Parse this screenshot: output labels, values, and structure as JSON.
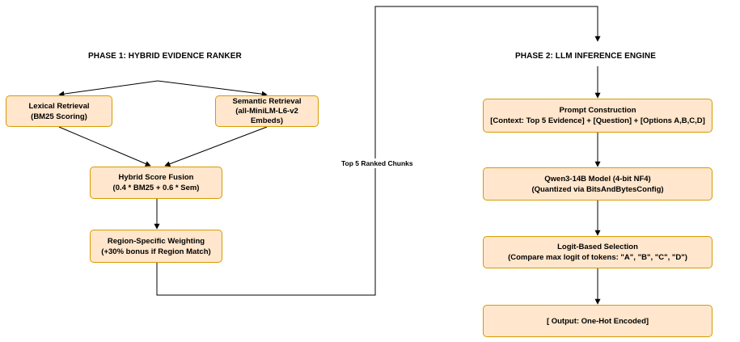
{
  "phase1": {
    "title": "PHASE 1: HYBRID EVIDENCE RANKER",
    "lexical": {
      "line1": "Lexical Retrieval",
      "line2": "(BM25 Scoring)"
    },
    "semantic": {
      "line1": "Semantic Retrieval",
      "line2": "(all-MiniLM-L6-v2",
      "line3": "Embeds)"
    },
    "fusion": {
      "line1": "Hybrid Score Fusion",
      "line2": "(0.4 * BM25 + 0.6 * Sem)"
    },
    "region": {
      "line1": "Region-Specific Weighting",
      "line2": "(+30% bonus if Region Match)"
    }
  },
  "connector": {
    "label": "Top 5 Ranked Chunks"
  },
  "phase2": {
    "title": "PHASE 2: LLM INFERENCE ENGINE",
    "prompt": {
      "line1": "Prompt Construction",
      "line2": "[Context: Top 5 Evidence] + [Question] + [Options A,B,C,D]"
    },
    "model": {
      "line1": "Qwen3-14B Model (4-bit NF4)",
      "line2": "(Quantized via BitsAndBytesConfig)"
    },
    "logit": {
      "line1": "Logit-Based Selection",
      "line2": "(Compare max logit of tokens: \"A\", \"B\", \"C\", \"D\")"
    },
    "output": {
      "line1": "[ Output: One-Hot Encoded]"
    }
  },
  "colors": {
    "box_fill": "#ffe6cc",
    "box_border": "#d79b00",
    "line": "#000000"
  }
}
